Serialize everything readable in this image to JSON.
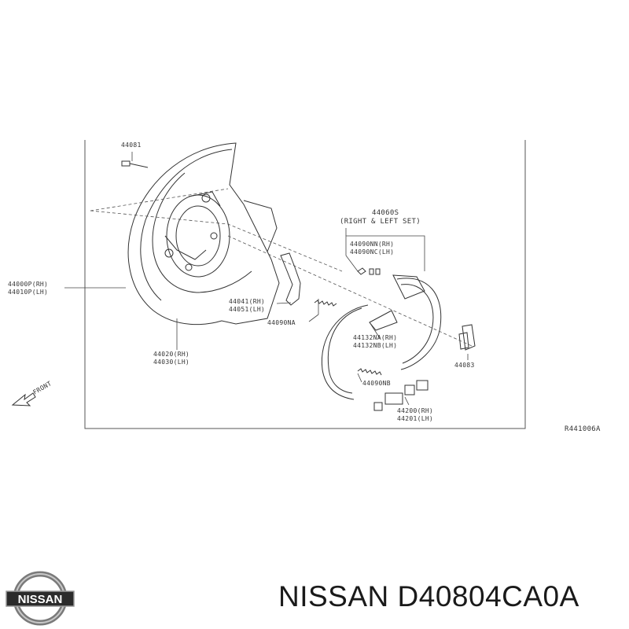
{
  "diagram": {
    "code": "R441006A",
    "front_label": "FRONT",
    "set_note": {
      "part": "44060S",
      "note": "(RIGHT & LEFT SET)"
    },
    "parts": {
      "p44081": "44081",
      "p44000p": "44000P(RH)",
      "p44010p": "44010P(LH)",
      "p44020": "44020(RH)",
      "p44030": "44030(LH)",
      "p44041": "44041(RH)",
      "p44051": "44051(LH)",
      "p44090na": "44090NA",
      "p44090nn": "44090NN(RH)",
      "p44090nc": "44090NC(LH)",
      "p44132na": "44132NA(RH)",
      "p44132nb": "44132NB(LH)",
      "p44083": "44083",
      "p44090nb": "44090NB",
      "p44200": "44200(RH)",
      "p44201": "44201(LH)"
    }
  },
  "footer": {
    "brand_logo": "NISSAN",
    "title": "NISSAN D40804CA0A"
  }
}
